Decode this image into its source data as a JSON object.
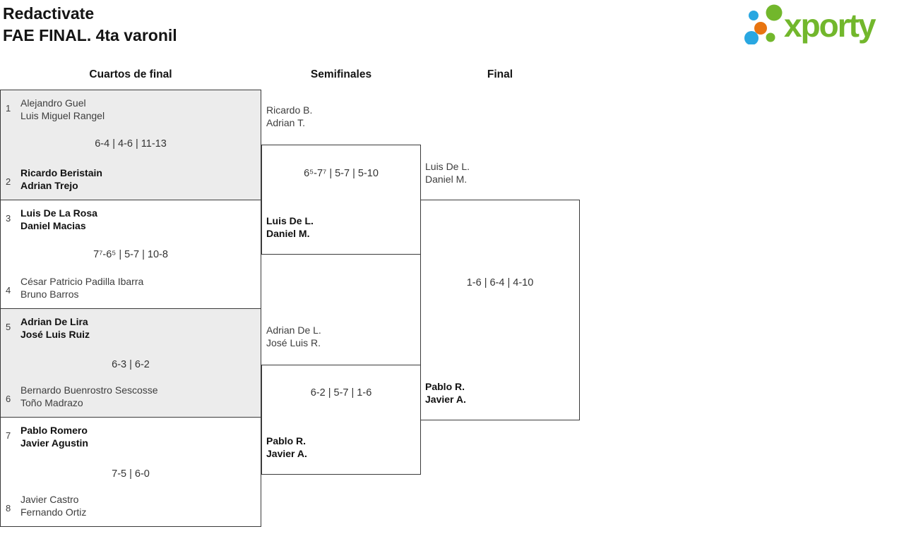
{
  "header": {
    "title_line1": "Redactivate",
    "title_line2": "FAE FINAL. 4ta varonil"
  },
  "logo": {
    "wordmark": "xporty",
    "green": "#72b72c",
    "blue": "#29a7e1",
    "orange": "#e87410"
  },
  "columns": {
    "quarterfinals_label": "Cuartos de final",
    "semifinals_label": "Semifinales",
    "final_label": "Final"
  },
  "bracket": {
    "quarterfinals": [
      {
        "seed_top": "1",
        "top_p1": "Alejandro Guel",
        "top_p2": "Luis Miguel Rangel",
        "top_winner": false,
        "score": "6-4 | 4-6 | 11-13",
        "seed_bottom": "2",
        "bottom_p1": "Ricardo Beristain",
        "bottom_p2": "Adrian Trejo",
        "bottom_winner": true
      },
      {
        "seed_top": "3",
        "top_p1": "Luis De La Rosa",
        "top_p2": "Daniel Macias",
        "top_winner": true,
        "score": "7⁷-6⁵ | 5-7 | 10-8",
        "seed_bottom": "4",
        "bottom_p1": "César Patricio Padilla Ibarra",
        "bottom_p2": "Bruno Barros",
        "bottom_winner": false
      },
      {
        "seed_top": "5",
        "top_p1": "Adrian De Lira",
        "top_p2": "José Luis Ruiz",
        "top_winner": true,
        "score": "6-3 | 6-2",
        "seed_bottom": "6",
        "bottom_p1": "Bernardo Buenrostro Sescosse",
        "bottom_p2": "Toño Madrazo",
        "bottom_winner": false
      },
      {
        "seed_top": "7",
        "top_p1": "Pablo Romero",
        "top_p2": "Javier Agustin",
        "top_winner": true,
        "score": "7-5 | 6-0",
        "seed_bottom": "8",
        "bottom_p1": "Javier Castro",
        "bottom_p2": "Fernando Ortiz",
        "bottom_winner": false
      }
    ],
    "semifinals": [
      {
        "top_p1": "Ricardo B.",
        "top_p2": "Adrian T.",
        "top_winner": false,
        "score": "6⁵-7⁷ | 5-7 | 5-10",
        "bottom_p1": "Luis De L.",
        "bottom_p2": "Daniel M.",
        "bottom_winner": true
      },
      {
        "top_p1": "Adrian De L.",
        "top_p2": "José Luis R.",
        "top_winner": false,
        "score": "6-2 | 5-7 | 1-6",
        "bottom_p1": "Pablo R.",
        "bottom_p2": "Javier A.",
        "bottom_winner": true
      }
    ],
    "final": {
      "top_p1": "Luis De L.",
      "top_p2": "Daniel M.",
      "top_winner": false,
      "score": "1-6 | 6-4 | 4-10",
      "bottom_p1": "Pablo R.",
      "bottom_p2": "Javier A.",
      "bottom_winner": true
    }
  }
}
